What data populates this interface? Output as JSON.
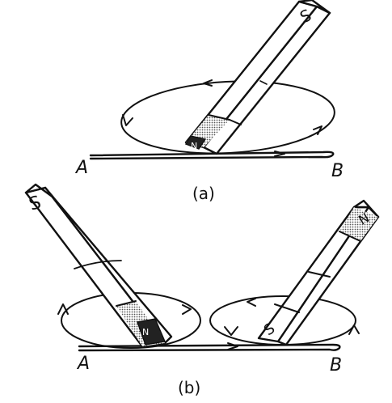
{
  "figure": {
    "panel_a": {
      "caption": "(a)",
      "point_left": "A",
      "point_right": "B",
      "magnet_top_pole": "S",
      "magnet_bottom_pole": "N"
    },
    "panel_b": {
      "caption": "(b)",
      "point_left": "A",
      "point_right": "B",
      "left_magnet_top_pole": "S",
      "left_magnet_bottom_pole": "N",
      "right_magnet_top_pole": "N",
      "right_magnet_bottom_pole": "S"
    }
  }
}
